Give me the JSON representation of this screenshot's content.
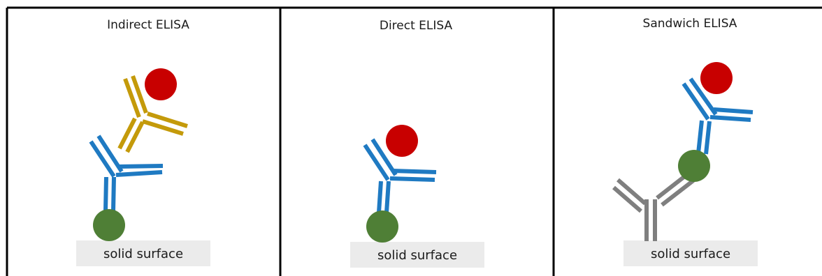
{
  "colors": {
    "blue_antibody": "#1F7AC2",
    "gold_antibody": "#C49A0A",
    "gray_antibody": "#7F7F7F",
    "red_enzyme": "#C80000",
    "green_antigen": "#4F7F36",
    "surface": "#EBEBEB",
    "border": "#000000"
  },
  "panels": [
    {
      "title": "Indirect ELISA",
      "surface_label": "solid surface"
    },
    {
      "title": "Direct ELISA",
      "surface_label": "solid surface"
    },
    {
      "title": "Sandwich ELISA",
      "surface_label": "solid surface"
    }
  ]
}
